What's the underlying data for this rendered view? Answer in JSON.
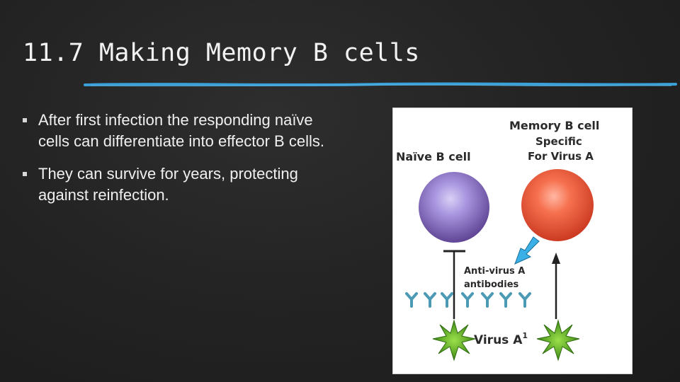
{
  "slide": {
    "title": "11.7 Making Memory B cells",
    "bullets": [
      "After first infection the responding naïve cells can differentiate into effector B cells.",
      "They can survive for years, protecting against reinfection."
    ]
  },
  "figure": {
    "naive_label": "Naïve B cell",
    "memory_label_line1": "Memory B cell",
    "memory_label_line2": "Specific",
    "memory_label_line3": "For Virus A",
    "antibody_label_line1": "Anti-virus A",
    "antibody_label_line2": "antibodies",
    "virus_label": "Virus A",
    "virus_superscript": "1"
  },
  "colors": {
    "accent_rule": "#3aa0d8",
    "naive_cell": "#8a6cc2",
    "memory_cell": "#ef5a3c",
    "antibody": "#4d9ab5",
    "virus": "#6ab82a"
  }
}
